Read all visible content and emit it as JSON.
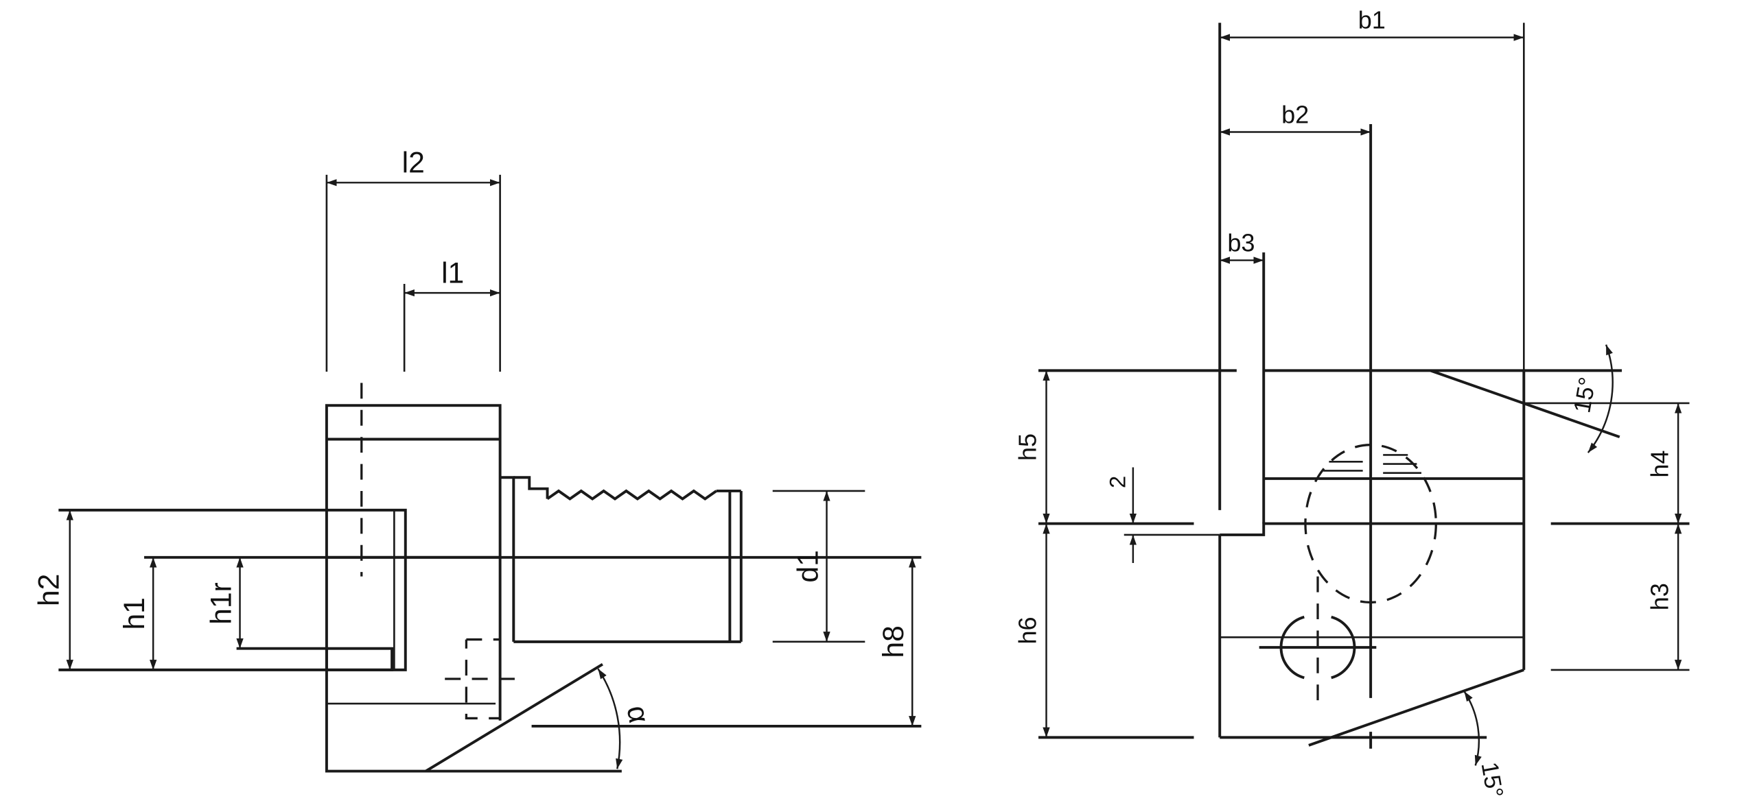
{
  "views": {
    "side": {
      "labels": {
        "l2": "l2",
        "l1": "l1",
        "h2": "h2",
        "h1": "h1",
        "h1r": "h1r",
        "d1": "d1",
        "h8": "h8",
        "alpha": "α"
      }
    },
    "front": {
      "labels": {
        "b1": "b1",
        "b2": "b2",
        "b3": "b3",
        "h5": "h5",
        "h6": "h6",
        "h4": "h4",
        "h3": "h3",
        "two": "2",
        "angle_top": "15°",
        "angle_bottom": "15°"
      }
    }
  }
}
